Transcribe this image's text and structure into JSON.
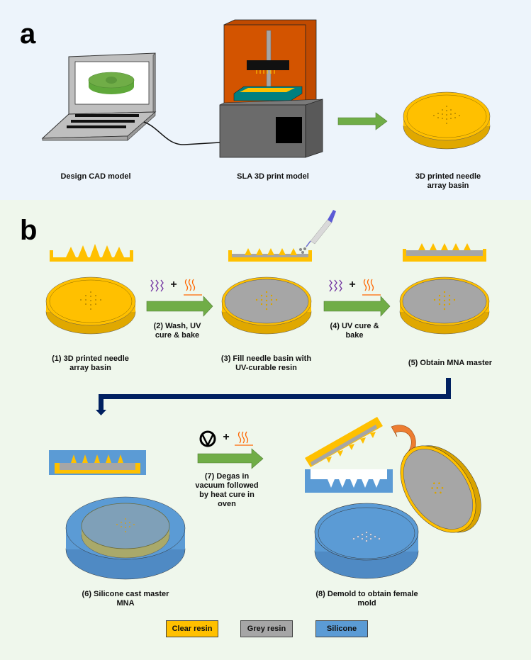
{
  "panel_a": {
    "letter": "a",
    "captions": {
      "cad": "Design CAD model",
      "sla": "SLA 3D print model",
      "basin": "3D printed needle array basin"
    }
  },
  "panel_b": {
    "letter": "b",
    "steps": {
      "s1": "(1) 3D printed needle array basin",
      "s2": "(2) Wash, UV cure & bake",
      "s3": "(3) Fill needle basin with UV-curable resin",
      "s4": "(4) UV cure & bake",
      "s5": "(5) Obtain MNA master",
      "s6": "(6) Silicone cast master MNA",
      "s7": "(7) Degas in vacuum followed by heat cure in oven",
      "s8": "(8) Demold to obtain female mold"
    },
    "plus_sign": "+"
  },
  "legend": [
    {
      "label": "Clear resin",
      "color": "#ffc000"
    },
    {
      "label": "Grey resin",
      "color": "#a6a6a6"
    },
    {
      "label": "Silicone",
      "color": "#5b9bd5"
    }
  ],
  "colors": {
    "clear_resin": "#ffc000",
    "grey_resin": "#a6a6a6",
    "silicone": "#5b9bd5",
    "arrow_green": "#70ad47",
    "flow_arrow_navy": "#002060",
    "printer_orange": "#d35400",
    "uv_purple": "#7030a0",
    "heat_orange": "#ff6600"
  }
}
